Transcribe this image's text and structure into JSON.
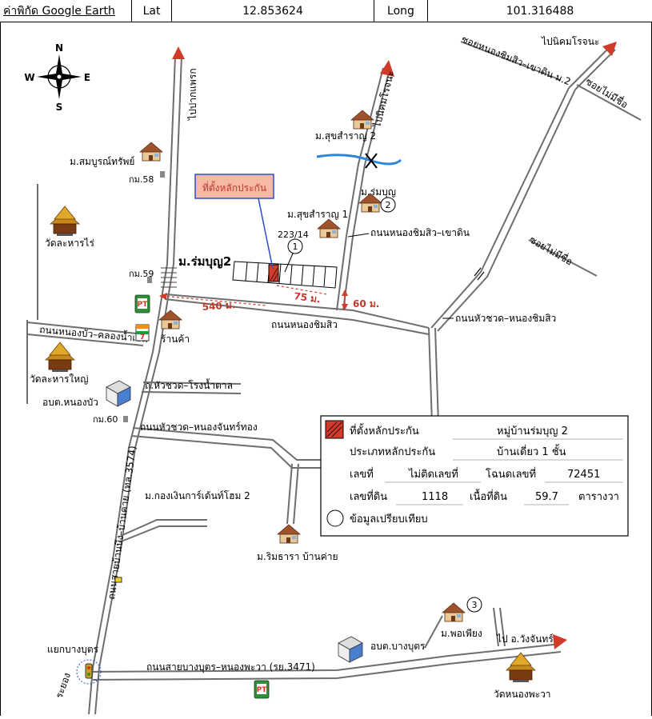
{
  "header": {
    "title": "ค่าพิกัด Google Earth",
    "lat_label": "Lat",
    "lat_value": "12.853624",
    "long_label": "Long",
    "long_value": "101.316488"
  },
  "compass": {
    "n": "N",
    "s": "S",
    "e": "E",
    "w": "W"
  },
  "roads": {
    "to_paksaeng": "ไปปากแพรก",
    "to_nikhom": "ไปนิคมโรจนะ",
    "soi_nongchimsio_khaodin": "ซอยหนองชิมสิว–เขาดิน ม.2",
    "soi_maimichue_top": "ซอยไม่มีชื่อ",
    "soi_maimichue_mid": "ซอยไม่มีชื่อ",
    "to_nikhom_vertical": "ไปนิคมโรจนะ",
    "nongchimsio_khaodin": "ถนนหนองชิมสิว–เขาดิน",
    "nongchimsio": "ถนนหนองชิมสิว",
    "huachuat_nongchimsio": "ถนนหัวชวด–หนองชิมสิว",
    "nongbua_khlongnamyen": "ถนนหนองบัว–คลองน้ำเย็น",
    "huachuat_ronghamtan": "ถ.หัวชวด–โรงน้ำตาล",
    "huachuat_nongchanthong": "ถนนหัวชวด–หนองจันทร์ทอง",
    "saiban_bueng": "ถนนสายบ้านบึง–บ้านค่าย (ทล.3574)",
    "bangbut_nongphawa": "ถนนสายบางบุตร–หนองพะวา (รย.3471)",
    "to_wangchan": "ไป อ.วังจันทร์",
    "rayong": "ระยอง"
  },
  "places": {
    "somboonsap": "ม.สมบูรณ์ทรัพย์",
    "km58": "กม.58",
    "km59": "กม.59",
    "km60": "กม.60",
    "wat_lahan_rai": "วัดละหารไร่",
    "wat_lahan_yai": "วัดละหารใหญ่",
    "sook_samran_2": "ม.สุขสำราญ 2",
    "sook_samran_1": "ม.สุขสำราญ 1",
    "romboon": "ม.ร่มบุญ",
    "romboon2": "ม.ร่มบุญ2",
    "shop": "ร้านค้า",
    "abt_nongbua": "อบต.หนองบัว",
    "kongngoen": "ม.กองเงินการ์เด้นท์โฮม 2",
    "rimthara": "ม.ริมธารา บ้านค่าย",
    "phophiang": "ม.พอเพียง",
    "abt_bangbut": "อบต.บางบุตร",
    "wat_nongphawa": "วัดหนองพะวา",
    "yaek_bangbut": "แยกบางบุตร"
  },
  "markers": {
    "location_label": "ที่ตั้งหลักประกัน",
    "house_no": "223/14",
    "dist_540": "540 ม.",
    "dist_75": "75 ม.",
    "dist_60": "60 ม.",
    "c1": "1",
    "c2": "2",
    "c3": "3"
  },
  "legend": {
    "location": "ที่ตั้งหลักประกัน",
    "village": "หมู่บ้านร่มบุญ 2",
    "type_label": "ประเภทหลักประกัน",
    "type_value": "บ้านเดี่ยว 1 ชั้น",
    "no_label": "เลขที่",
    "no_value": "ไม่ติดเลขที่",
    "deed_label": "โฉนดเลขที่",
    "deed_value": "72451",
    "land_label": "เลขที่ดิน",
    "land_value": "1118",
    "area_label": "เนื้อที่ดิน",
    "area_value": "59.7",
    "area_unit": "ตารางวา",
    "compare": "ข้อมูลเปรียบเทียบ"
  },
  "colors": {
    "road": "#6e6e6e",
    "river": "#2e86d6",
    "marker_red": "#d23a2a",
    "label_box": "#f6b9a3",
    "pointer_blue": "#2b4fc9"
  }
}
